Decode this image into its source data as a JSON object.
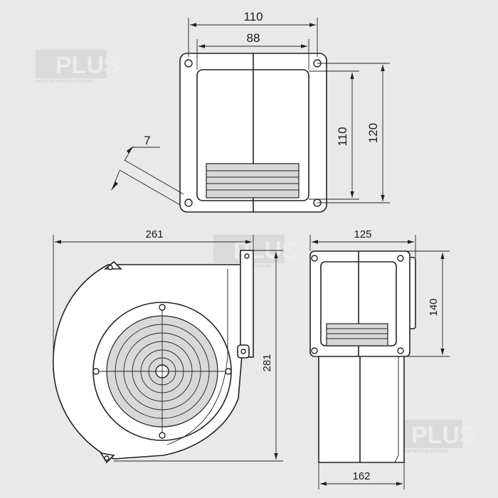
{
  "watermark": {
    "logo_text": "PLUS",
    "tagline": "FANS FOR HEATING SYSTEMS"
  },
  "dimensions": {
    "top_width_outer": "110",
    "top_width_inner": "88",
    "flange_thickness": "7",
    "top_height_inner": "110",
    "top_height_outer": "120",
    "side_total_width": "261",
    "side_total_height": "281",
    "front_width": "125",
    "front_flange_height": "140",
    "front_base_width": "162"
  },
  "colors": {
    "background": "#e9e9e9",
    "line": "#222222",
    "body_fill": "#ffffff",
    "grille_fill": "#d8d8d8",
    "watermark": "#d4d4d4"
  }
}
